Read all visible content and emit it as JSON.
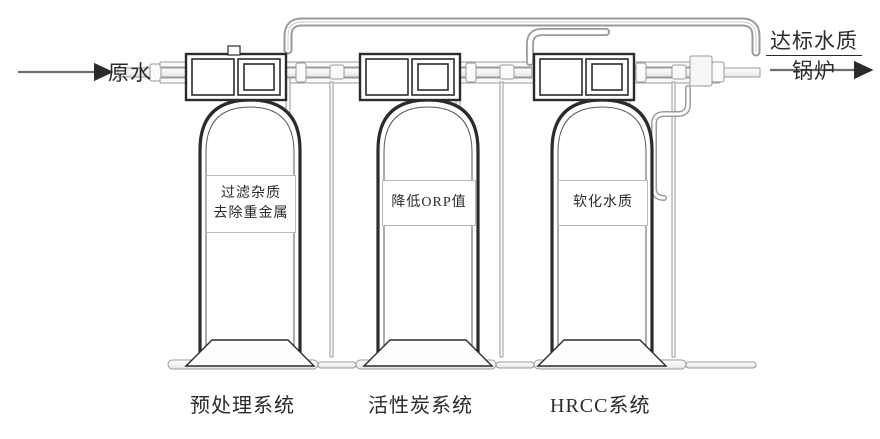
{
  "diagram": {
    "title": "water-treatment-flow-diagram",
    "stroke_color": "#2b2b2b",
    "pipe_fill": "#f2f2f2",
    "background": "#ffffff"
  },
  "inlet": {
    "label": "原水",
    "arrow": "arrow-right"
  },
  "outlet": {
    "label_top": "达标水质",
    "label_bottom": "锅炉",
    "arrow": "arrow-right"
  },
  "units": [
    {
      "id": "pretreatment",
      "caption": "预处理系统",
      "tank_text_lines": [
        "过滤杂质",
        "去除重金属"
      ],
      "head_boxes": 2
    },
    {
      "id": "activated-carbon",
      "caption": "活性炭系统",
      "tank_text_lines": [
        "降低ORP值"
      ],
      "head_boxes": 2
    },
    {
      "id": "hrcc",
      "caption": "HRCC系统",
      "tank_text_lines": [
        "软化水质"
      ],
      "head_boxes": 2
    }
  ]
}
